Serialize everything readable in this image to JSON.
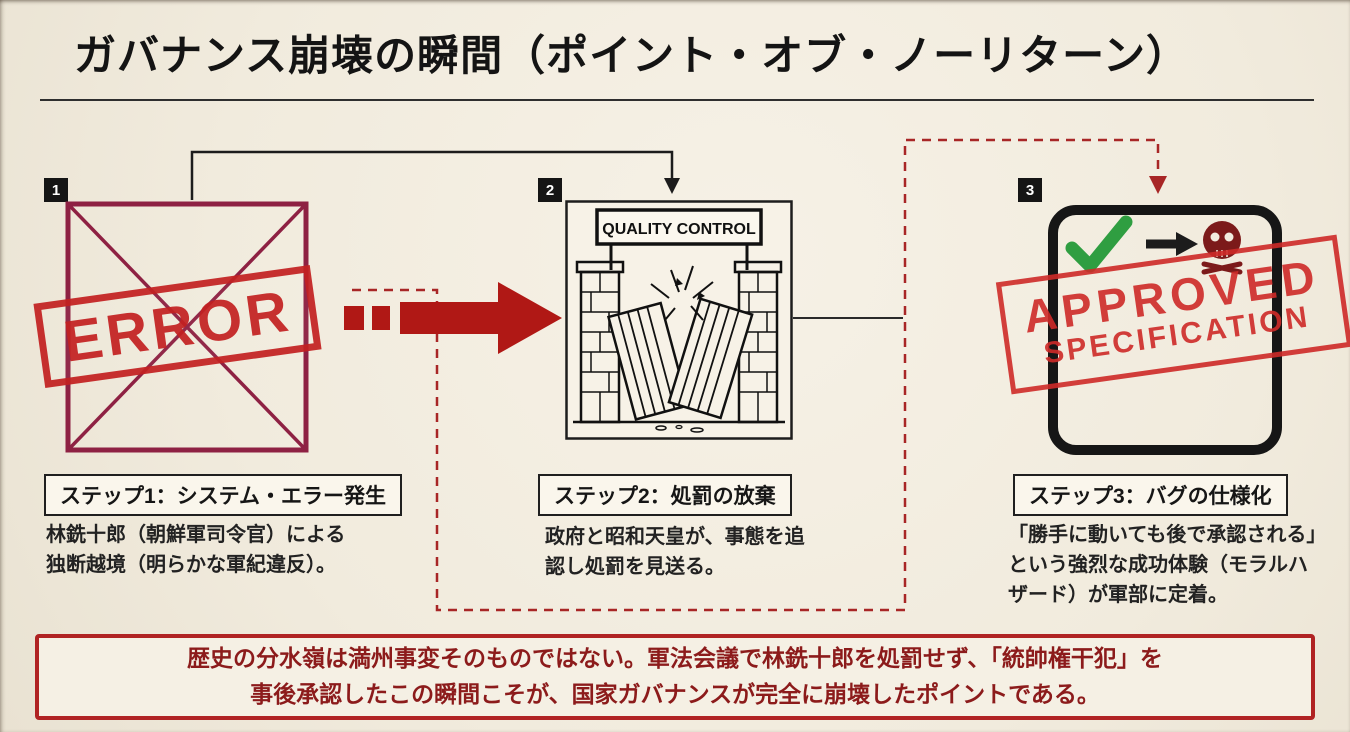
{
  "title": "ガバナンス崩壊の瞬間（ポイント・オブ・ノーリターン）",
  "steps": [
    {
      "number": "1",
      "icon": "error-envelope-icon",
      "stamp": "ERROR",
      "label": "ステップ1：システム・エラー発生",
      "description": "林銑十郎（朝鮮軍司令官）による独断越境（明らかな軍紀違反）。"
    },
    {
      "number": "2",
      "icon": "broken-gate-icon",
      "sign": "QUALITY CONTROL",
      "label": "ステップ2：処罰の放棄",
      "description": "政府と昭和天皇が、事態を追認し処罰を見送る。"
    },
    {
      "number": "3",
      "icon": "approved-skull-icon",
      "stamp_line1": "APPROVED",
      "stamp_line2": "SPECIFICATION",
      "label": "ステップ3：バグの仕様化",
      "description": "「勝手に動いても後で承認される」という強烈な成功体験（モラルハザード）が軍部に定着。"
    }
  ],
  "footer": "歴史の分水嶺は満州事変そのものではない。軍法会議で林銑十郎を処罰せず、「統帥権干犯」を\n事後承認したこの瞬間こそが、国家ガバナンスが完全に崩壊したポイントである。",
  "colors": {
    "paper": "#f2ecdf",
    "ink": "#1c1c1c",
    "envelope_maroon": "#8e2143",
    "stamp_red": "#c32222",
    "arrow_red": "#b01815",
    "loop_dash_red": "#a82626",
    "check_green": "#2f9e41",
    "skull_dark_red": "#7c1a1a",
    "footer_text_red": "#8c1b1b",
    "footer_border_red": "#b02323"
  }
}
